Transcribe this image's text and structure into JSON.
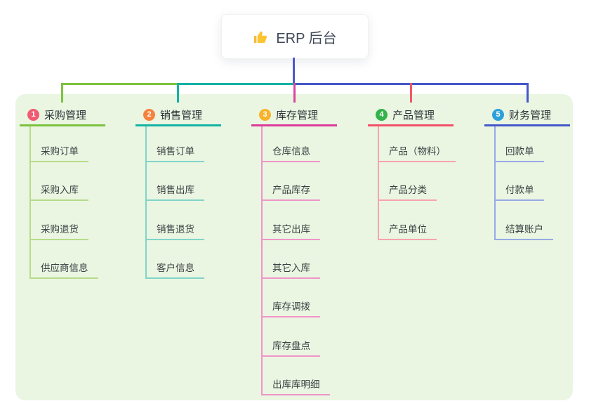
{
  "root": {
    "title": "ERP 后台",
    "icon": "thumbs-up-icon",
    "line_color": "#4c58ce"
  },
  "panel": {
    "background": "#eaf6e2"
  },
  "trunk_segments": [
    {
      "color": "#7dc23f",
      "from_branch": 0,
      "to_branch": 1
    },
    {
      "color": "#13b3a5",
      "from_branch": 1,
      "to_branch": 2
    },
    {
      "color": "#4458c9",
      "from_branch": 2,
      "to_branch": 4
    }
  ],
  "branches": [
    {
      "number": "1",
      "label": "采购管理",
      "badge_color": "#ef5b70",
      "line_color": "#7dc23f",
      "drop_color": "#7dc23f",
      "child_line_color": "#b6dc88",
      "children": [
        "采购订单",
        "采购入库",
        "采购退货",
        "供应商信息"
      ]
    },
    {
      "number": "2",
      "label": "销售管理",
      "badge_color": "#f5823d",
      "line_color": "#13b3a5",
      "drop_color": "#13b3a5",
      "child_line_color": "#80d5c8",
      "children": [
        "销售订单",
        "销售出库",
        "销售退货",
        "客户信息"
      ]
    },
    {
      "number": "3",
      "label": "库存管理",
      "badge_color": "#f7b32b",
      "line_color": "#dd3a9b",
      "drop_color": "#d9459f",
      "child_line_color": "#f095c8",
      "children": [
        "仓库信息",
        "产品库存",
        "其它出库",
        "其它入库",
        "库存调拨",
        "库存盘点",
        "出库库明细"
      ]
    },
    {
      "number": "4",
      "label": "产品管理",
      "badge_color": "#33b34a",
      "line_color": "#f3506a",
      "drop_color": "#f25768",
      "child_line_color": "#f8a3ad",
      "children": [
        "产品（物料）",
        "产品分类",
        "产品单位"
      ]
    },
    {
      "number": "5",
      "label": "财务管理",
      "badge_color": "#2da0da",
      "line_color": "#4458c9",
      "drop_color": "#4458c9",
      "child_line_color": "#98aae6",
      "children": [
        "回款单",
        "付款单",
        "结算账户"
      ]
    }
  ]
}
